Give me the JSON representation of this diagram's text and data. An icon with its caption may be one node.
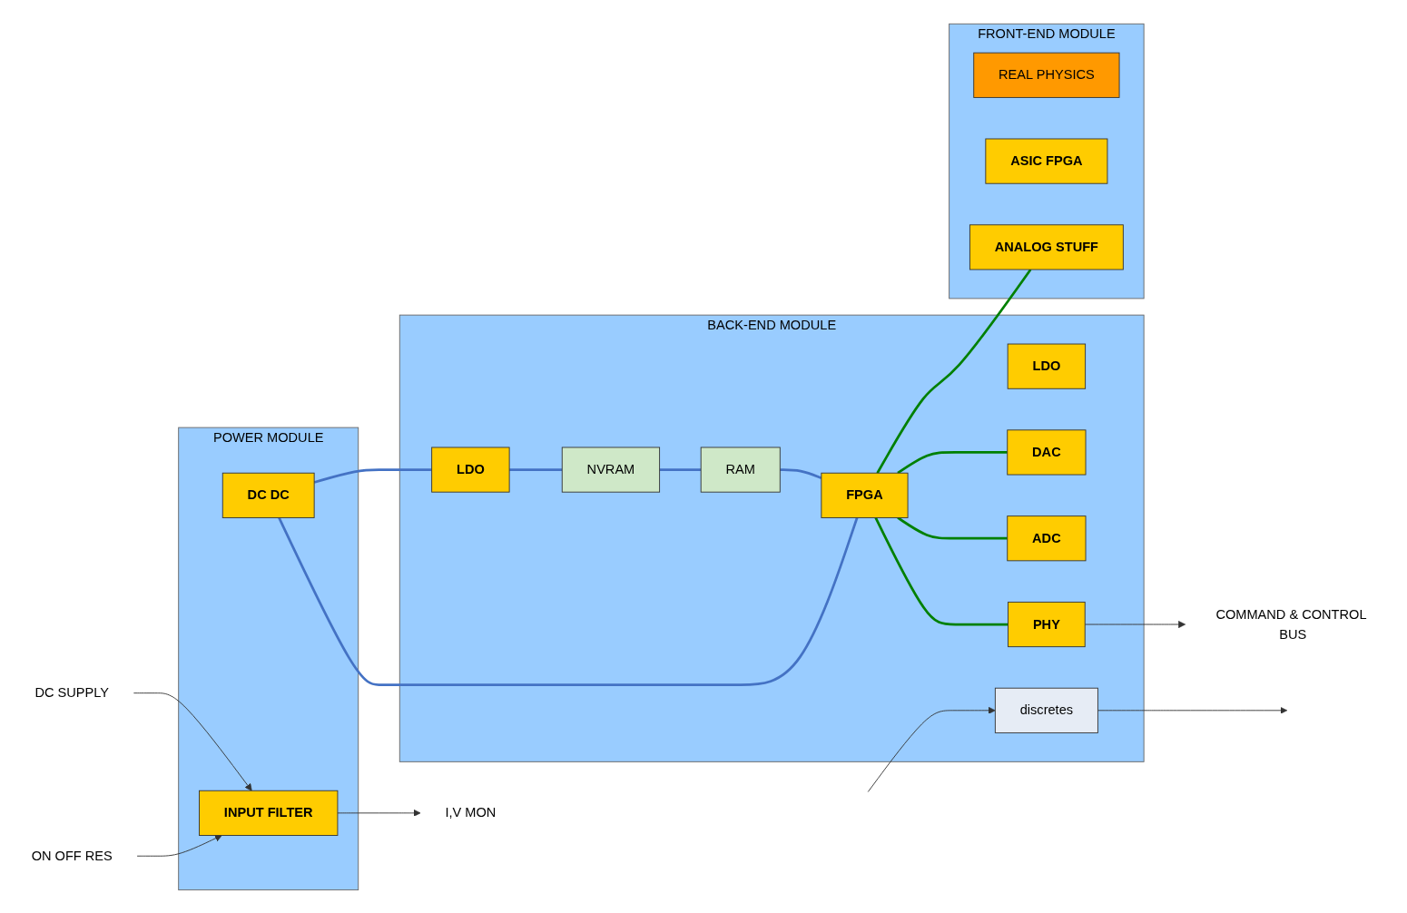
{
  "diagram": {
    "nodes": [
      {
        "text": [
          "POWER MODULE"
        ]
      },
      {
        "text": [
          "DC DC"
        ],
        "in": 0
      },
      {
        "text": [
          "INPUT FILTER"
        ],
        "in": 0
      },
      {
        "text": [
          "BACK-END MODULE"
        ]
      },
      {
        "text": [
          "LDO"
        ],
        "in": 3
      },
      {
        "text": [
          "LDO"
        ],
        "in": 3
      },
      {
        "text": [
          "NVRAM"
        ],
        "in": 3
      },
      {
        "text": [
          "RAM"
        ],
        "in": 3
      },
      {
        "text": [
          "FPGA"
        ],
        "in": 3
      },
      {
        "text": [
          "DAC"
        ],
        "in": 3
      },
      {
        "text": [
          "ADC"
        ],
        "in": 3
      },
      {
        "text": [
          "discretes"
        ],
        "in": 3
      },
      {
        "text": [
          "PHY"
        ],
        "in": 3
      },
      {
        "text": [
          "FRONT-END MODULE"
        ]
      },
      {
        "text": [
          "ASIC FPGA"
        ],
        "in": 13
      },
      {
        "text": [
          "ANALOG STUFF"
        ],
        "in": 13
      },
      {
        "text": [
          "REAL PHYSICS"
        ],
        "in": 13
      },
      {
        "text": [
          "DC SUPPLY"
        ]
      },
      {
        "text": [
          "ON OFF RES"
        ]
      },
      {
        "text": [
          "I,V MON"
        ]
      },
      {
        "text": [
          "COMMAND & CONTROL BUS"
        ]
      }
    ],
    "edges": [
      {
        "from": 1,
        "to": 4,
        "arrow": "none",
        "color": "#4472c4"
      },
      {
        "from": 4,
        "to": 6,
        "arrow": "none",
        "color": "#4472c4"
      },
      {
        "from": 6,
        "to": 7,
        "arrow": "none",
        "color": "#4472c4"
      },
      {
        "from": 7,
        "to": 8,
        "arrow": "none",
        "color": "#4472c4"
      },
      {
        "from": 1,
        "to": 8,
        "arrow": "none",
        "color": "#4472c4"
      },
      {
        "from": 8,
        "to": 9,
        "arrow": "none",
        "color": "#008000"
      },
      {
        "from": 8,
        "to": 10,
        "arrow": "none",
        "color": "#008000"
      },
      {
        "from": 8,
        "to": 15,
        "arrow": "none",
        "color": "#008000"
      },
      {
        "from": 8,
        "to": 12,
        "arrow": "none",
        "color": "#008000"
      },
      {
        "from": 17,
        "to": 2,
        "arrow": "to"
      },
      {
        "from": 18,
        "to": 2,
        "arrow": "to"
      },
      {
        "from": 2,
        "to": 19,
        "arrow": "to"
      },
      {
        "from": 11,
        "to": null,
        "arrow": "to"
      },
      {
        "from": null,
        "to": 11,
        "arrow": "to"
      },
      {
        "from": 12,
        "to": 20,
        "arrow": "to"
      }
    ]
  }
}
